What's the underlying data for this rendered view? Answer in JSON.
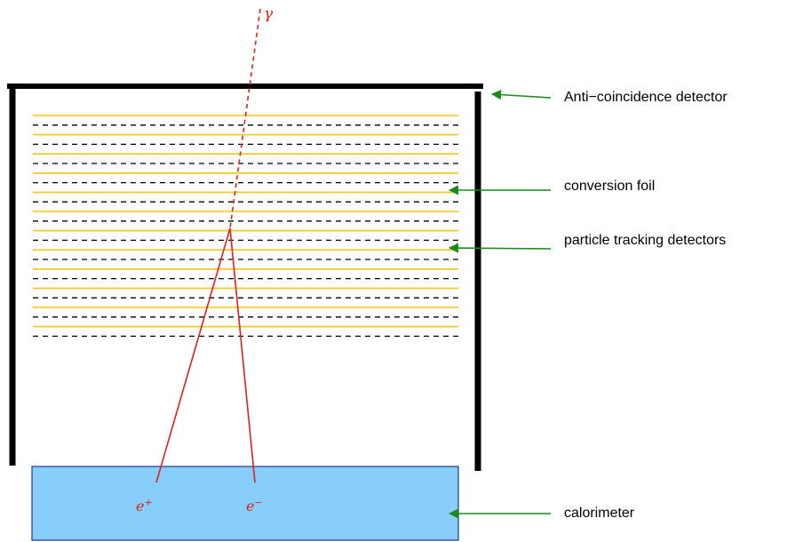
{
  "labels": {
    "anti_coincidence": "Anti−coincidence detector",
    "conversion_foil": "conversion foil",
    "tracking": "particle tracking detectors",
    "calorimeter": "calorimeter"
  },
  "particles": {
    "gamma": "γ",
    "positron": "e",
    "positron_sign": "+",
    "electron": "e",
    "electron_sign": "−"
  },
  "colors": {
    "frame": "#000000",
    "foil": "#f5c518",
    "tracker": "#000000",
    "track": "#e0201b",
    "calorimeter_fill": "#87cefa",
    "calorimeter_edge": "#1f3a93",
    "arrow": "#1a8a1a"
  },
  "counts": {
    "conversion_foils": 12,
    "tracking_layers": 12
  }
}
